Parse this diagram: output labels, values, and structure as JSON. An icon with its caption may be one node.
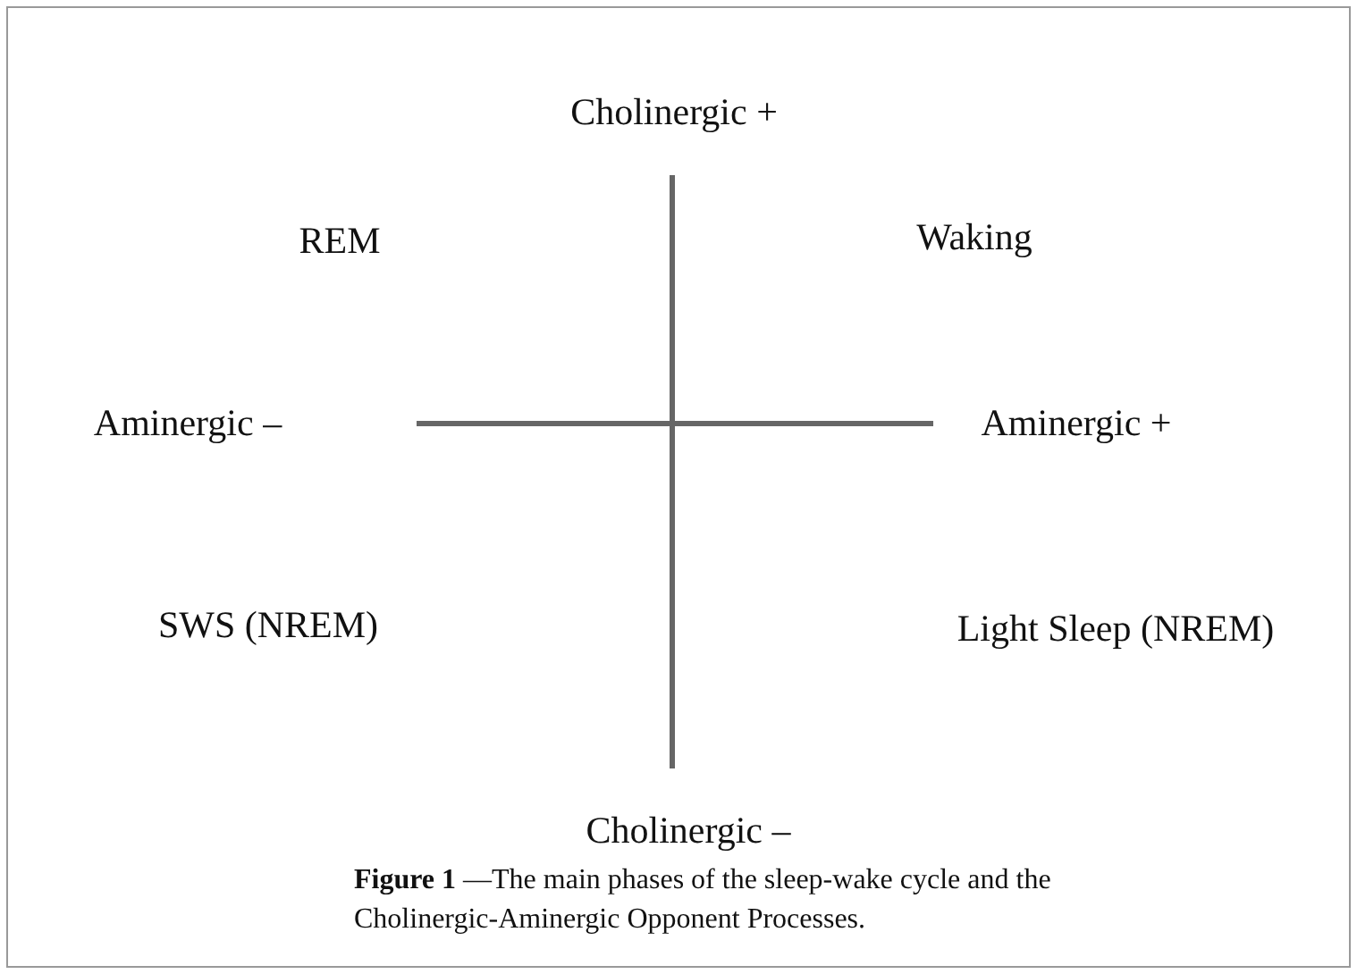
{
  "diagram": {
    "caption": "**Figure 1** —The main phases of the sleep-wake cycle and the Cholinergic-Aminergic Opponent Processes.",
    "labels": [
      "Cholinergic +",
      "REM",
      "Waking",
      "Aminergic –",
      "Aminergic +",
      "SWS (NREM)",
      "Light Sleep (NREM)",
      "Cholinergic –"
    ]
  }
}
